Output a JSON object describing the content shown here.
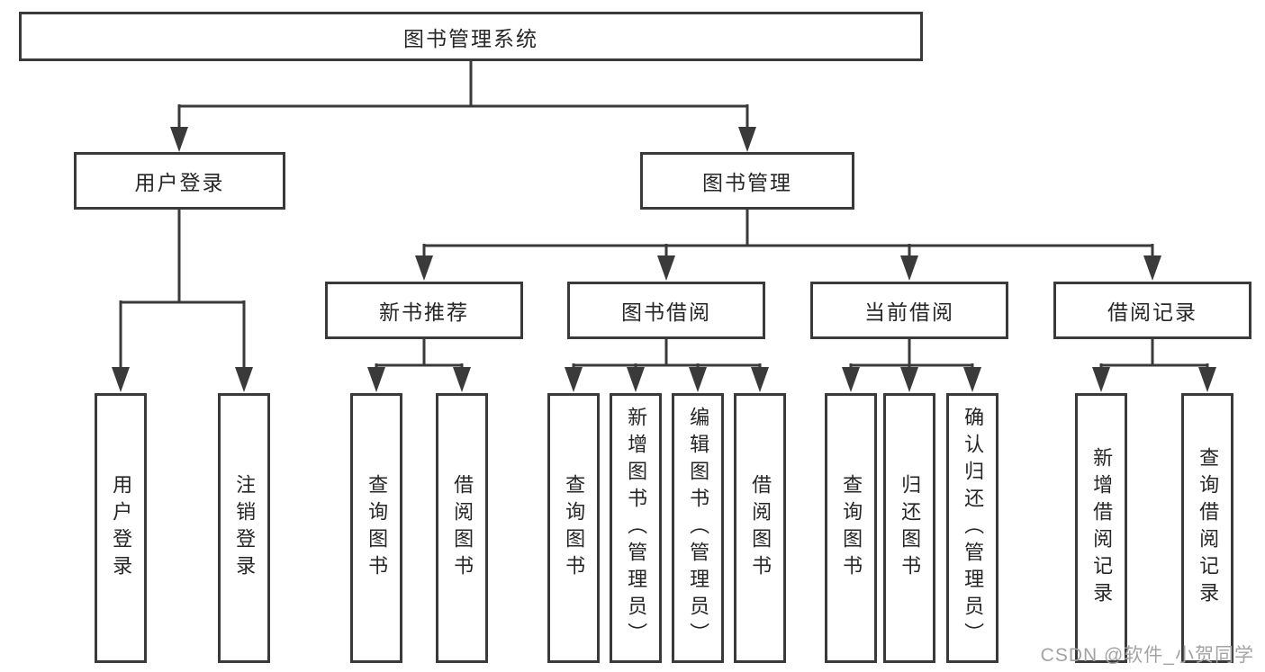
{
  "diagram": {
    "title": "图书管理系统",
    "level2": [
      {
        "label": "用户登录"
      },
      {
        "label": "图书管理"
      }
    ],
    "level3": [
      {
        "label": "新书推荐"
      },
      {
        "label": "图书借阅"
      },
      {
        "label": "当前借阅"
      },
      {
        "label": "借阅记录"
      }
    ],
    "leaves": [
      {
        "label": "用户登录"
      },
      {
        "label": "注销登录"
      },
      {
        "label": "查询图书"
      },
      {
        "label": "借阅图书"
      },
      {
        "label": "查询图书"
      },
      {
        "label": "新增图书（管理员）"
      },
      {
        "label": "编辑图书（管理员）"
      },
      {
        "label": "借阅图书"
      },
      {
        "label": "查询图书"
      },
      {
        "label": "归还图书"
      },
      {
        "label": "确认归还（管理员）"
      },
      {
        "label": "新增借阅记录"
      },
      {
        "label": "查询借阅记录"
      }
    ]
  },
  "watermark": {
    "text": "CSDN @软件_小贺同学"
  },
  "colors": {
    "line": "#3a3a3a",
    "box_border": "#3a3a3a",
    "text": "#262626",
    "watermark": "#a3a3a3",
    "background": "#ffffff"
  }
}
